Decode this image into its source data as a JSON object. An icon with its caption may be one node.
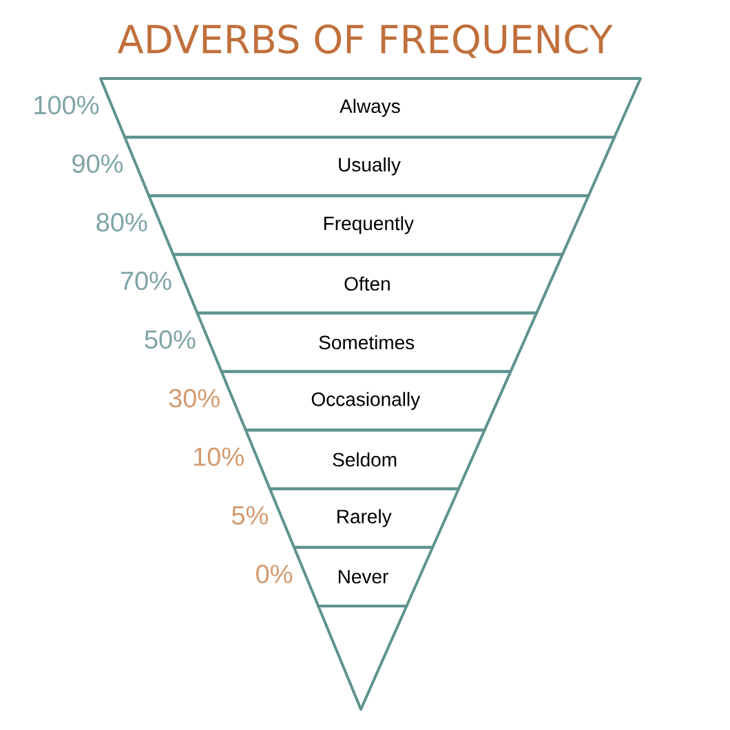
{
  "diagram": {
    "title": "ADVERBS OF FREQUENCY",
    "nodes": [
      {
        "text": [
          "Always"
        ],
        "beside": [
          "100%"
        ]
      },
      {
        "text": [
          "Usually"
        ],
        "beside": [
          "90%"
        ]
      },
      {
        "text": [
          "Frequently"
        ],
        "beside": [
          "80%"
        ]
      },
      {
        "text": [
          "Often"
        ],
        "beside": [
          "70%"
        ]
      },
      {
        "text": [
          "Sometimes"
        ],
        "beside": [
          "50%"
        ]
      },
      {
        "text": [
          "Occasionally"
        ],
        "beside": [
          "30%"
        ]
      },
      {
        "text": [
          "Seldom"
        ],
        "beside": [
          "10%"
        ]
      },
      {
        "text": [
          "Rarely"
        ],
        "beside": [
          "5%"
        ]
      },
      {
        "text": [
          "Never"
        ],
        "beside": [
          "0%"
        ]
      },
      {
        "text": [],
        "shape": "triangle"
      }
    ]
  }
}
